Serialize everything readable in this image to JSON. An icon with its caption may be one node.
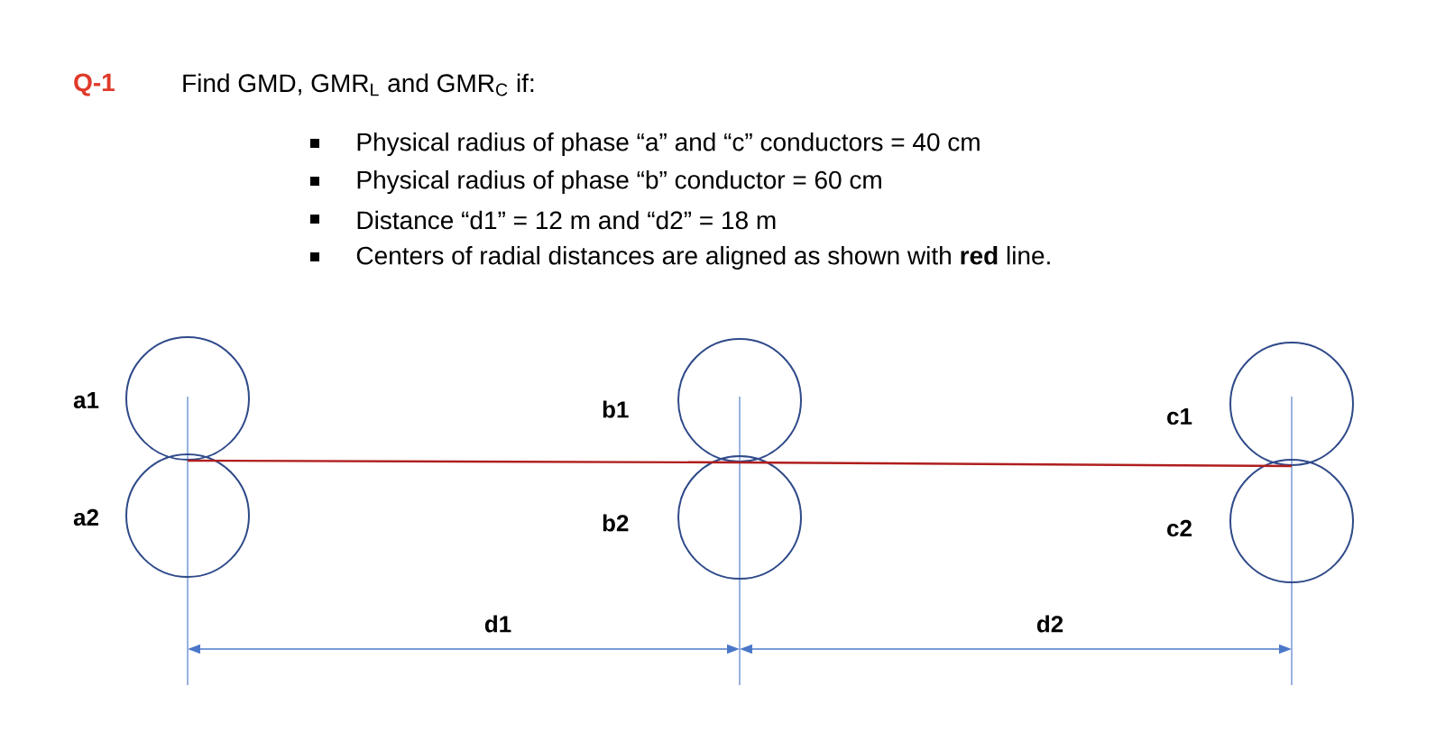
{
  "diagram": {
    "title": "Find GMD, GMR$_{L}$ and GMR$_{C}$ if:",
    "nodes": [
      {
        "text": [],
        "shape": "circle",
        "beside": [
          "a1"
        ]
      },
      {
        "text": [],
        "shape": "circle",
        "beside": [
          "a2"
        ]
      },
      {
        "text": [],
        "shape": "circle",
        "beside": [
          "b1"
        ]
      },
      {
        "text": [],
        "shape": "circle",
        "beside": [
          "b2"
        ]
      },
      {
        "text": [],
        "shape": "circle",
        "beside": [
          "c1"
        ]
      },
      {
        "text": [],
        "shape": "circle",
        "beside": [
          "c2"
        ]
      }
    ],
    "edges": [
      {
        "from": 0,
        "to": 2,
        "arrow": "none",
        "color": "#b01e1e"
      },
      {
        "from": 2,
        "to": 4,
        "arrow": "none",
        "color": "#b01e1e"
      }
    ],
    "labels": [
      "Q-1",
      "Physical radius of phase “a” and “c” conductors = 40 cm",
      "Physical radius of phase “b” conductor = 60 cm",
      "Distance “d1” = 12 m and “d2” = 18 m",
      "Centers of radial distances are aligned as shown with **red** line.",
      "d1",
      "d2"
    ]
  }
}
